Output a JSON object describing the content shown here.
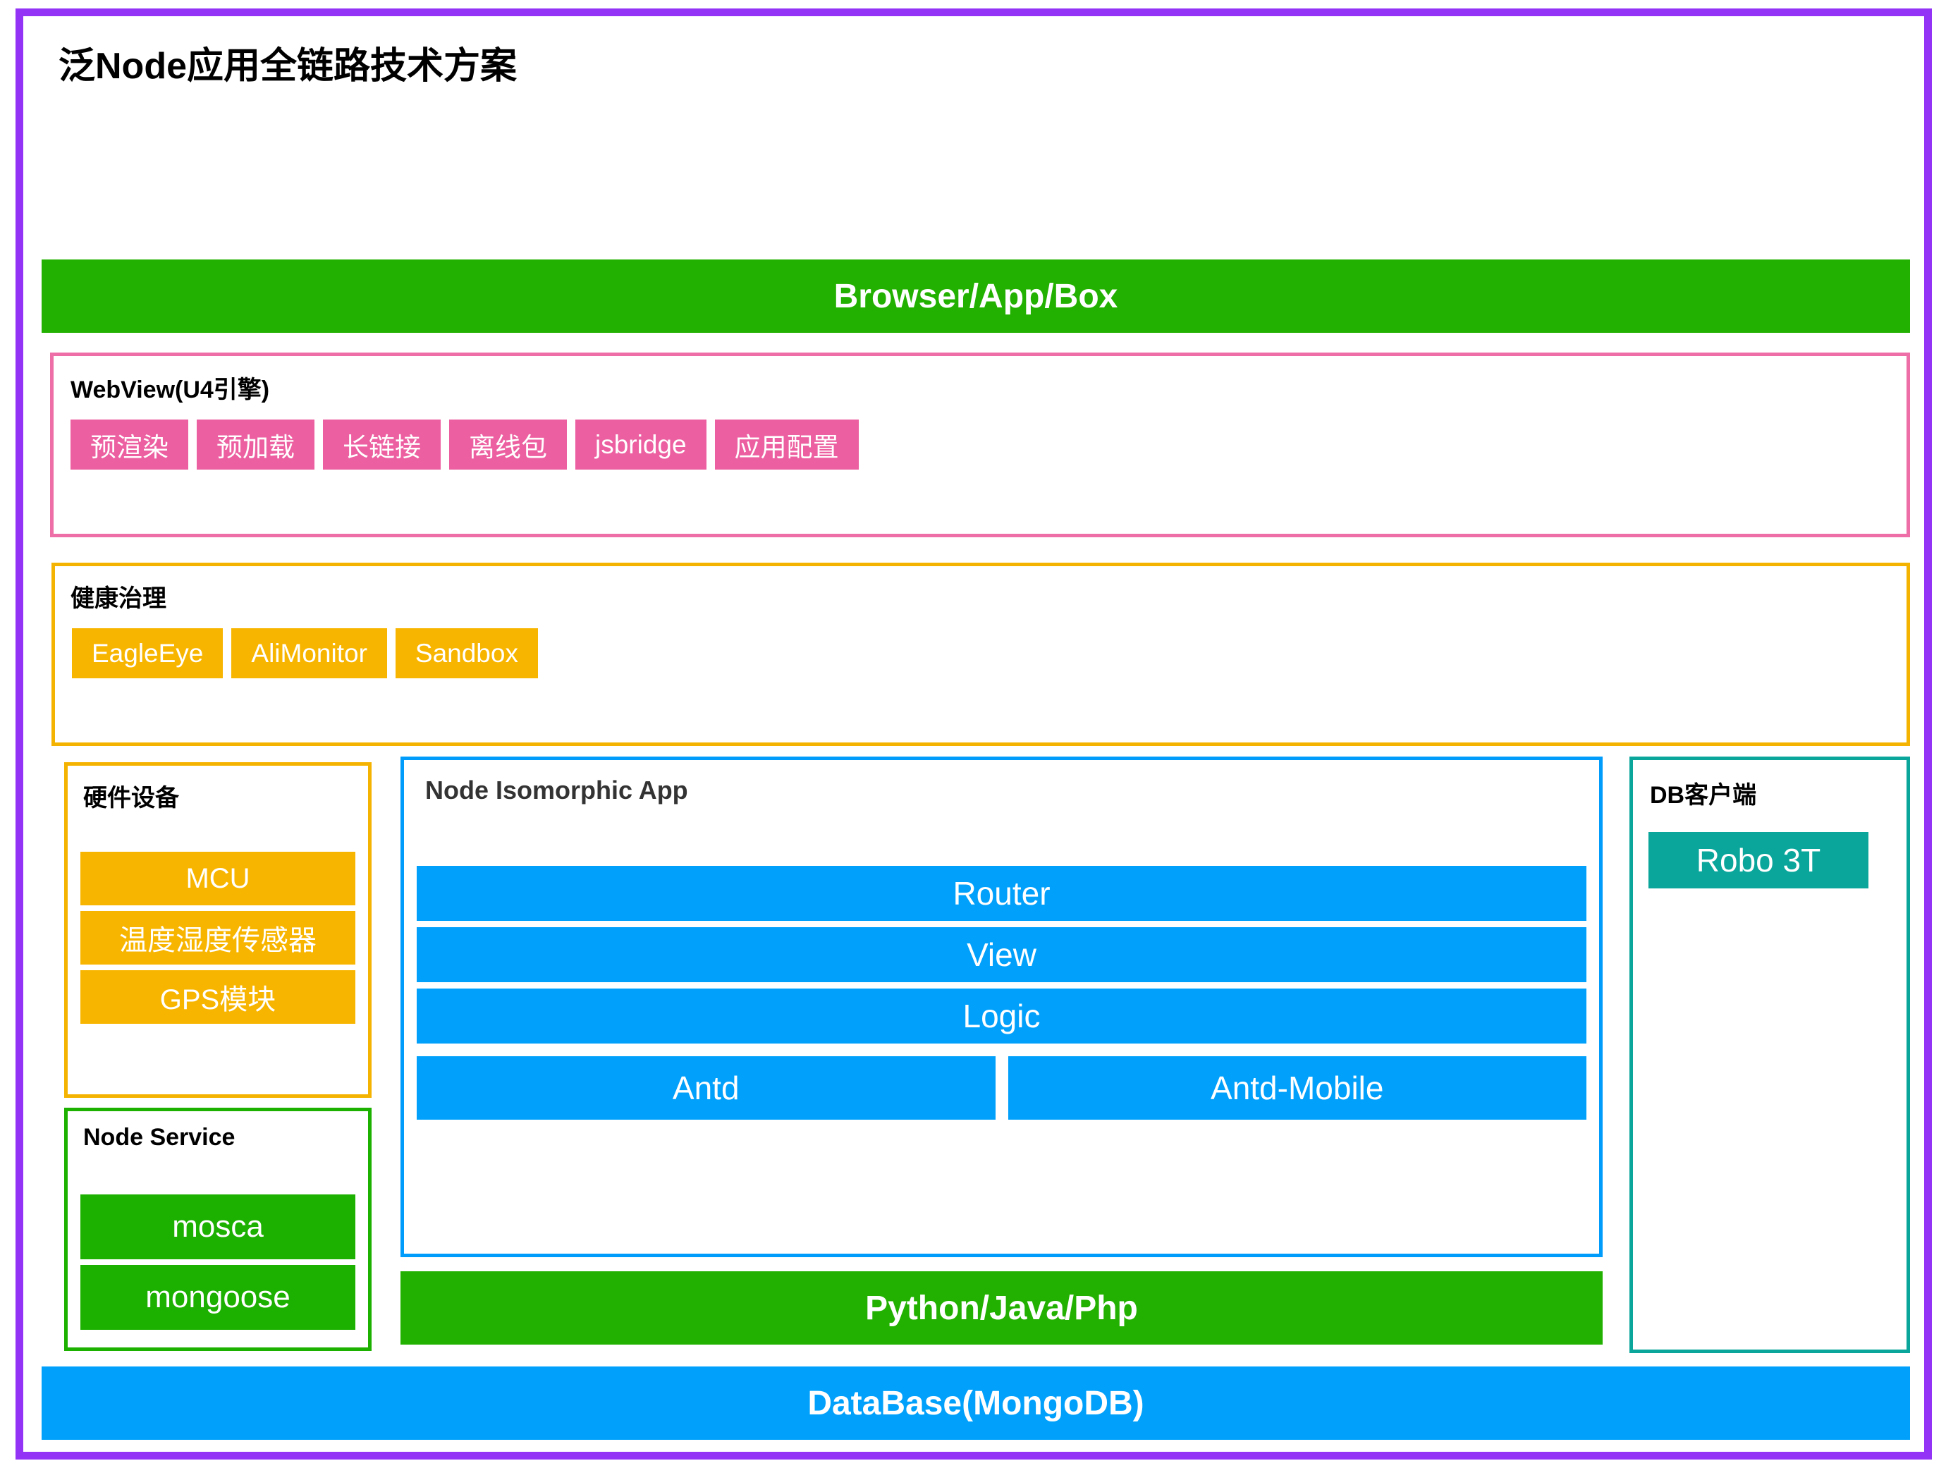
{
  "title": "泛Node应用全链路技术方案",
  "colors": {
    "frame_purple": "#9333f5",
    "green": "#22b100",
    "pink": "#ec5fa0",
    "pink_border": "#ee6fa8",
    "yellow": "#f8b500",
    "yellow_border": "#f5b301",
    "blue": "#00a0fb",
    "blue_border": "#009cfb",
    "teal": "#0aa69b"
  },
  "browser_band": {
    "label": "Browser/App/Box"
  },
  "webview": {
    "title": "WebView(U4引擎)",
    "chips": [
      {
        "label": "预渲染"
      },
      {
        "label": "预加载"
      },
      {
        "label": "长链接"
      },
      {
        "label": "离线包"
      },
      {
        "label": "jsbridge"
      },
      {
        "label": "应用配置"
      }
    ]
  },
  "health": {
    "title": "健康治理",
    "chips": [
      {
        "label": "EagleEye"
      },
      {
        "label": "AliMonitor"
      },
      {
        "label": "Sandbox"
      }
    ]
  },
  "hardware": {
    "title": "硬件设备",
    "items": [
      {
        "label": "MCU"
      },
      {
        "label": "温度湿度传感器"
      },
      {
        "label": "GPS模块"
      }
    ]
  },
  "node_service": {
    "title": "Node Service",
    "items": [
      {
        "label": "mosca"
      },
      {
        "label": "mongoose"
      }
    ]
  },
  "isomorphic_app": {
    "title": "Node Isomorphic App",
    "layers": [
      {
        "label": "Router"
      },
      {
        "label": "View"
      },
      {
        "label": "Logic"
      }
    ],
    "split_layers": [
      {
        "label": "Antd"
      },
      {
        "label": "Antd-Mobile"
      }
    ]
  },
  "db_client": {
    "title": "DB客户端",
    "items": [
      {
        "label": "Robo 3T"
      }
    ]
  },
  "backend_band": {
    "label": "Python/Java/Php"
  },
  "database_band": {
    "label": "DataBase(MongoDB)"
  }
}
